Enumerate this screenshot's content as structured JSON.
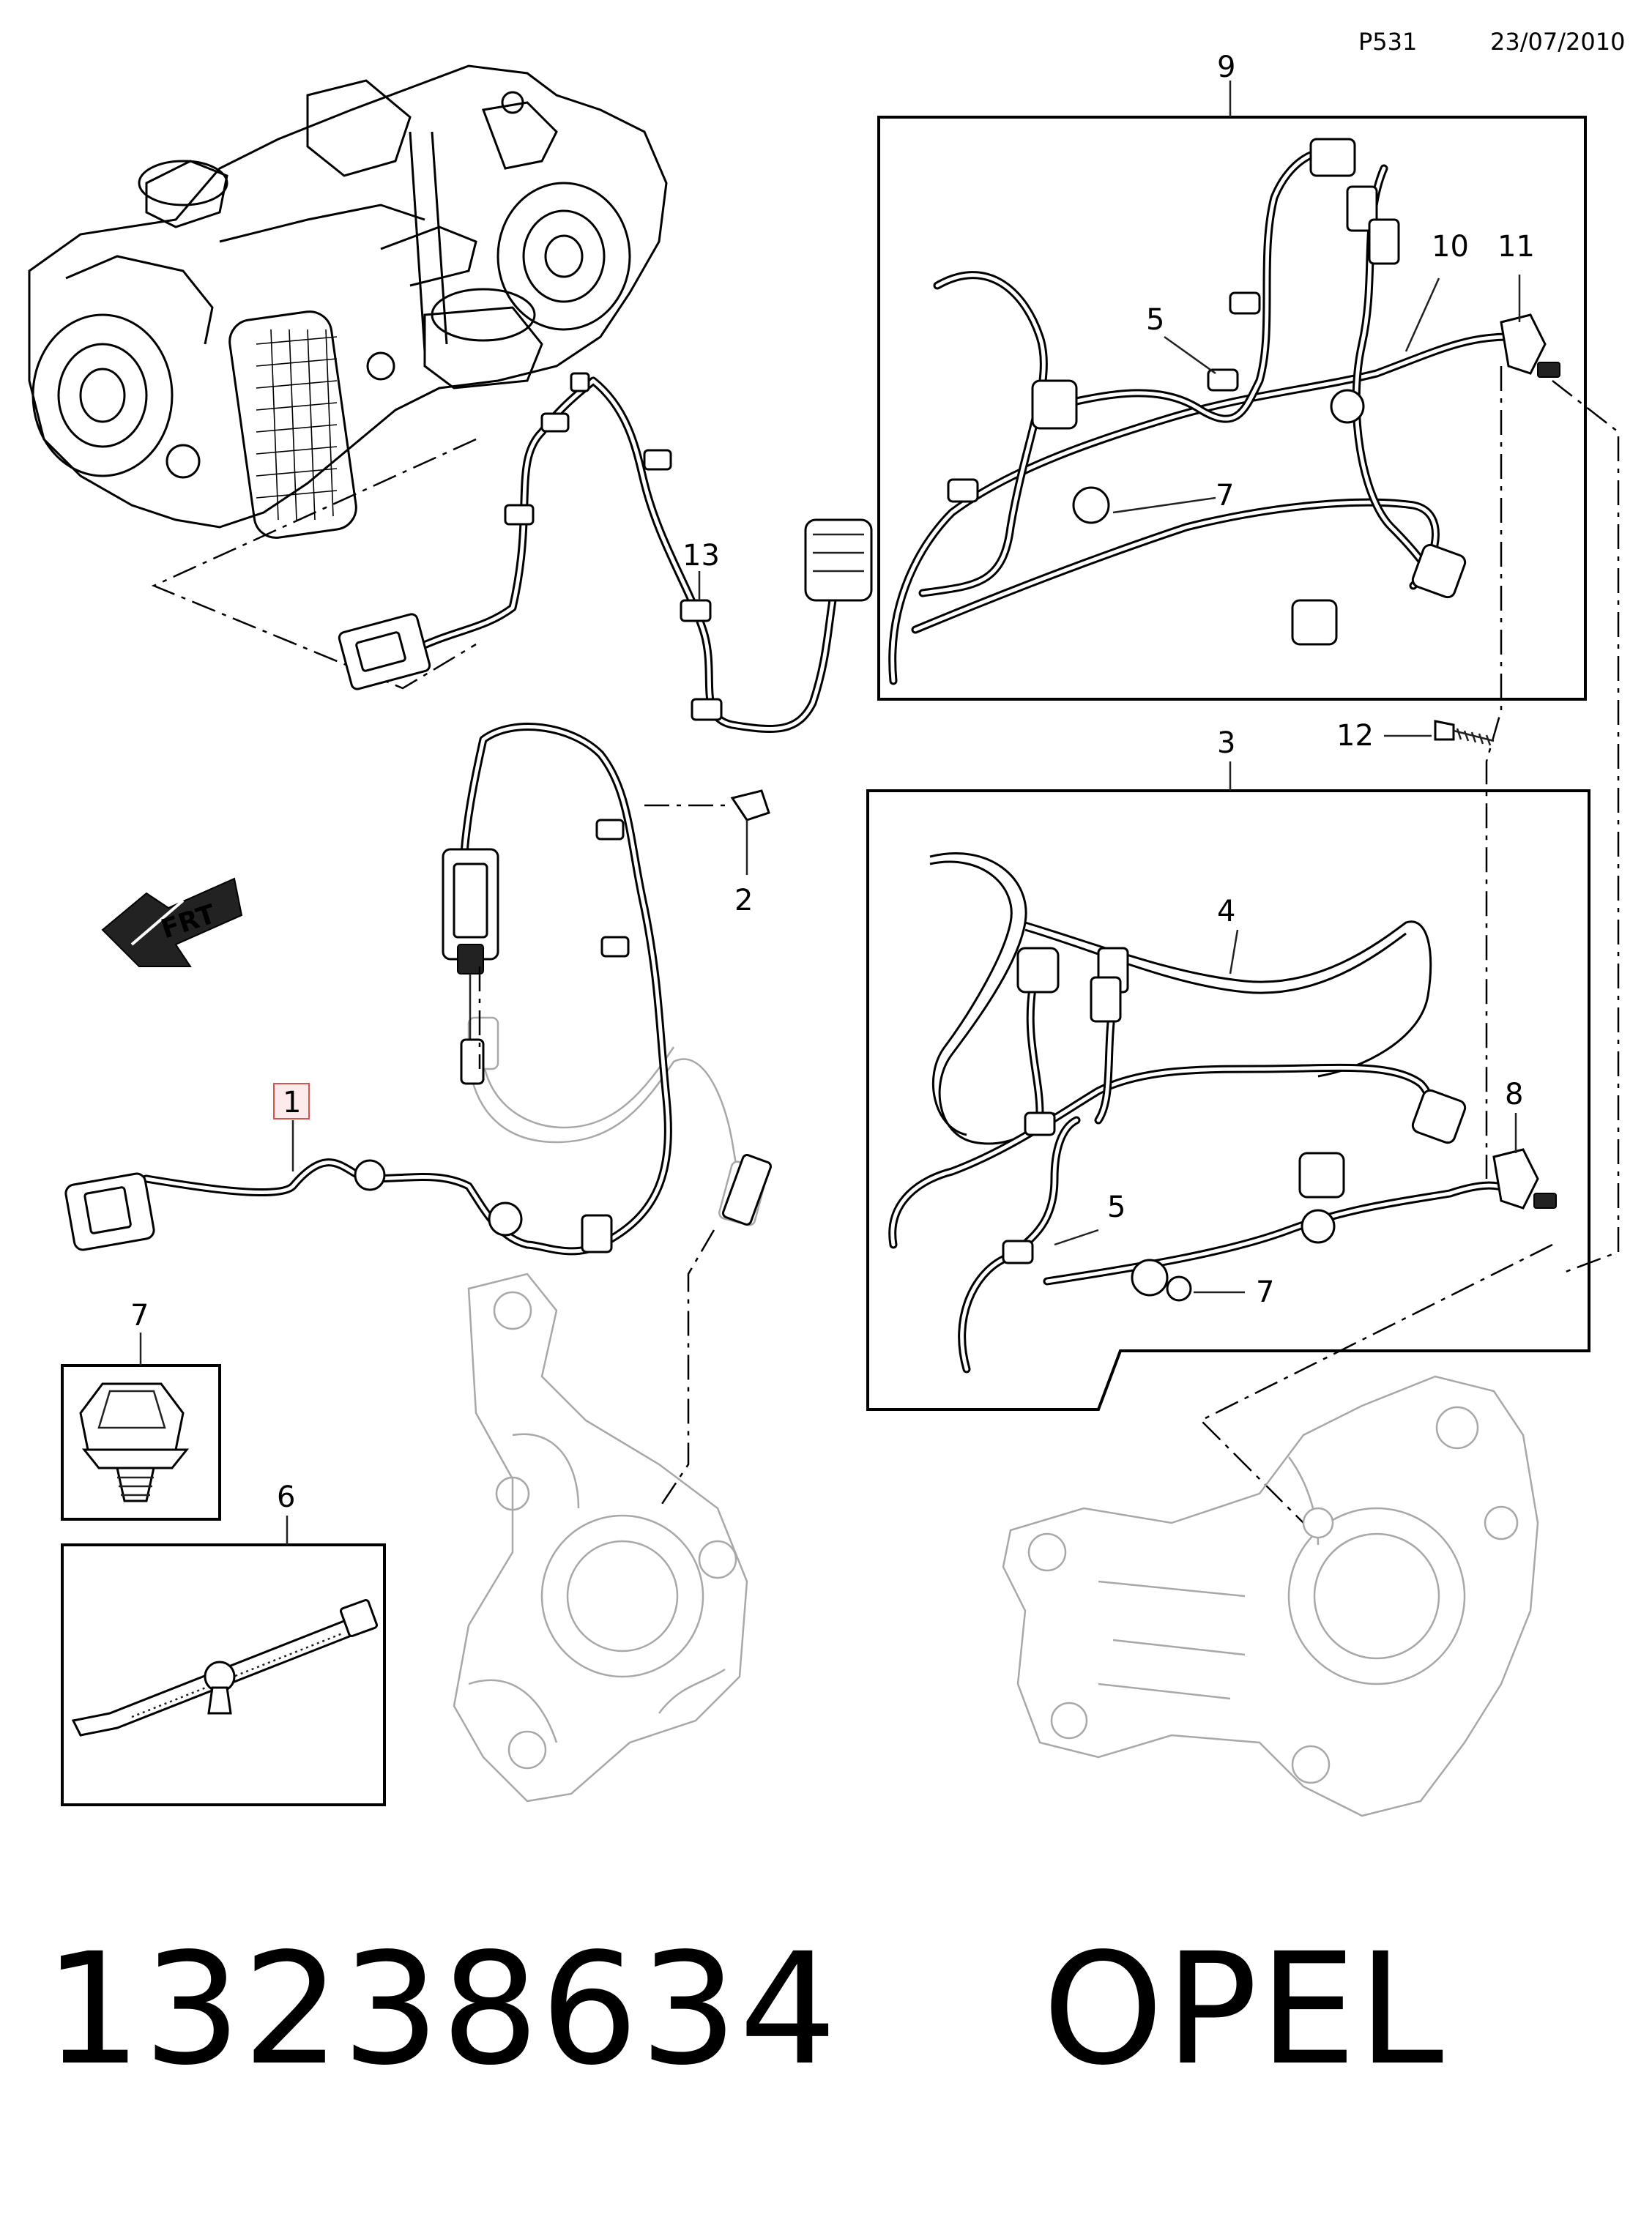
{
  "header": {
    "page_code": "P531",
    "date": "23/07/2010"
  },
  "callouts": {
    "c1": "1",
    "c2": "2",
    "c3": "3",
    "c4": "4",
    "c5a": "5",
    "c5b": "5",
    "c6": "6",
    "c7a": "7",
    "c7b": "7",
    "c7c": "7",
    "c8": "8",
    "c9": "9",
    "c10": "10",
    "c11": "11",
    "c12": "12",
    "c13": "13"
  },
  "direction_marker": "FRT",
  "footer": {
    "part_number": "13238634",
    "brand": "OPEL"
  },
  "colors": {
    "ink": "#000000",
    "ghost": "#a8a8a8",
    "highlight": "#d9534f"
  }
}
